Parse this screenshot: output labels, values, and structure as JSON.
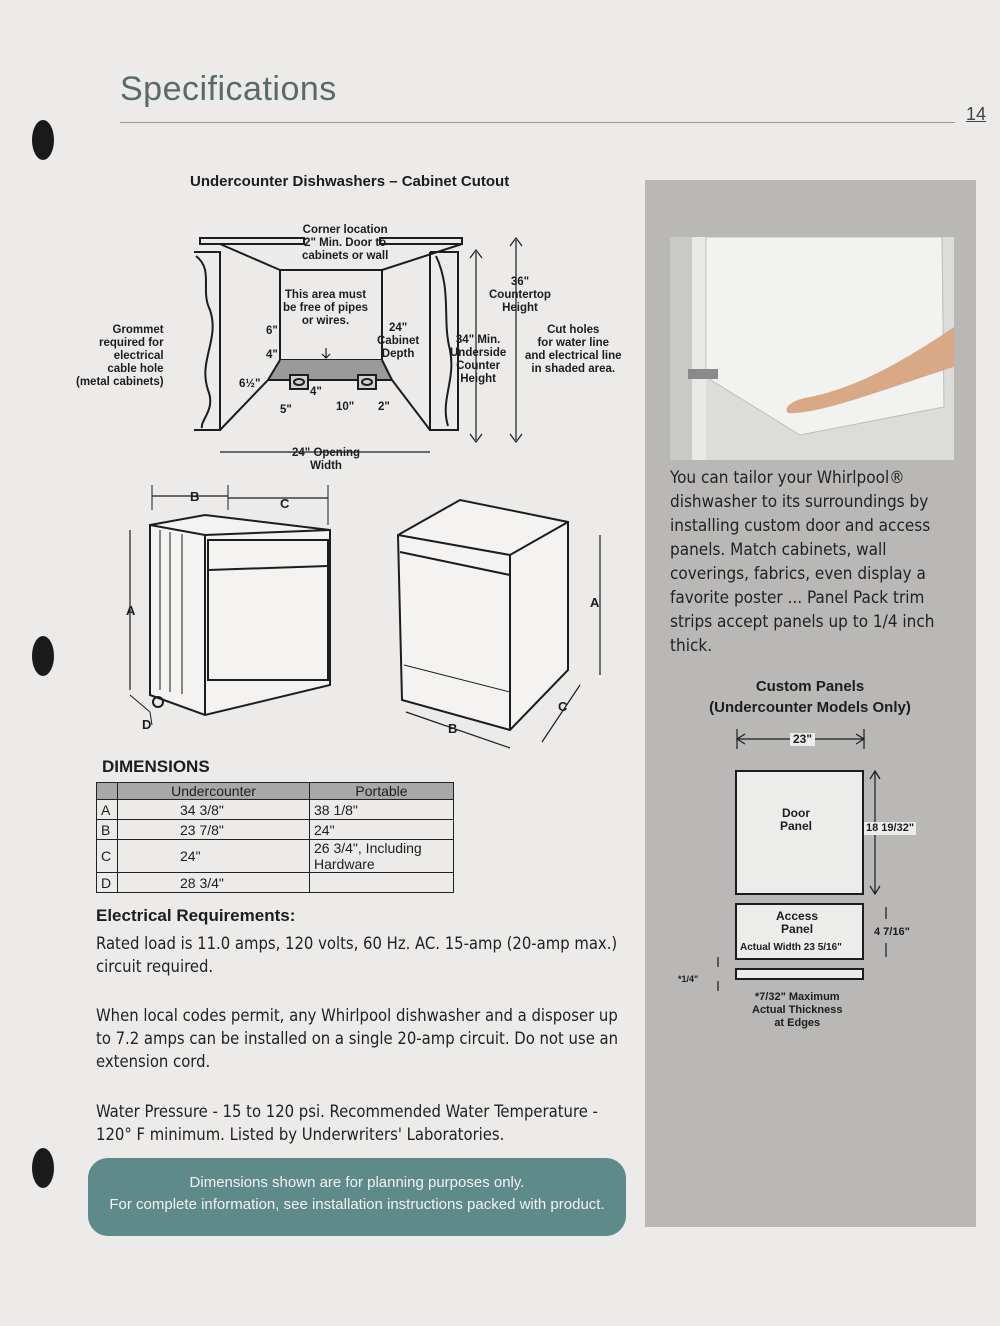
{
  "header": {
    "title": "Specifications",
    "page_number": "14"
  },
  "cutout": {
    "title": "Undercounter Dishwashers – Cabinet Cutout",
    "labels": {
      "corner": "Corner location\n2\" Min. Door to\ncabinets or wall",
      "free_area": "This area must\nbe free of pipes\nor wires.",
      "grommet": "Grommet\nrequired for\nelectrical\ncable hole\n(metal cabinets)",
      "six": "6\"",
      "four_a": "4\"",
      "six_half": "6½\"",
      "five": "5\"",
      "four_b": "4\"",
      "ten": "10\"",
      "two": "2\"",
      "cabinet_depth": "24\"\nCabinet\nDepth",
      "underside": "34\" Min.\nUnderside\nCounter\nHeight",
      "countertop": "36\"\nCountertop\nHeight",
      "cut_holes": "Cut holes\nfor water line\nand electrical line\nin shaded area.",
      "opening": "24\" Opening\nWidth"
    }
  },
  "isometric": {
    "a": "A",
    "b": "B",
    "c": "C",
    "d": "D"
  },
  "dimensions": {
    "heading": "DIMENSIONS",
    "columns": [
      "Undercounter",
      "Portable"
    ],
    "rows": [
      {
        "key": "A",
        "undercounter": "34 3/8\"",
        "portable": "38 1/8\""
      },
      {
        "key": "B",
        "undercounter": "23 7/8\"",
        "portable": "24\""
      },
      {
        "key": "C",
        "undercounter": "24\"",
        "portable": "26 3/4\", Including Hardware"
      },
      {
        "key": "D",
        "undercounter": "28 3/4\"",
        "portable": ""
      }
    ]
  },
  "electrical": {
    "heading": "Electrical Requirements:",
    "p1": "Rated load is 11.0 amps, 120 volts, 60 Hz. AC. 15-amp (20-amp max.) circuit required.",
    "p2": "When local codes permit, any Whirlpool dishwasher and a disposer up to 7.2 amps can be installed on a single 20-amp circuit. Do not use an extension cord.",
    "p3": "Water Pressure - 15 to 120 psi. Recommended Water Temperature - 120° F minimum. Listed by Underwriters' Laboratories."
  },
  "note": {
    "line1": "Dimensions shown are for planning purposes only.",
    "line2": "For complete information, see installation instructions packed with product."
  },
  "sidebar": {
    "text": "You can tailor your Whirlpool® dishwasher to its surroundings by installing custom door and access panels. Match cabinets, wall coverings, fabrics, even display a favorite poster ... Panel Pack trim strips accept panels up to 1/4 inch thick.",
    "panels_title_1": "Custom Panels",
    "panels_title_2": "(Undercounter Models Only)",
    "width": "23\"",
    "door_label": "Door\nPanel",
    "door_height": "18 19/32\"",
    "access_label": "Access\nPanel",
    "access_width": "Actual Width 23 5/16\"",
    "access_height": "4 7/16\"",
    "quarter": "*1/4\"",
    "thickness": "*7/32\" Maximum\nActual Thickness\nat Edges"
  }
}
